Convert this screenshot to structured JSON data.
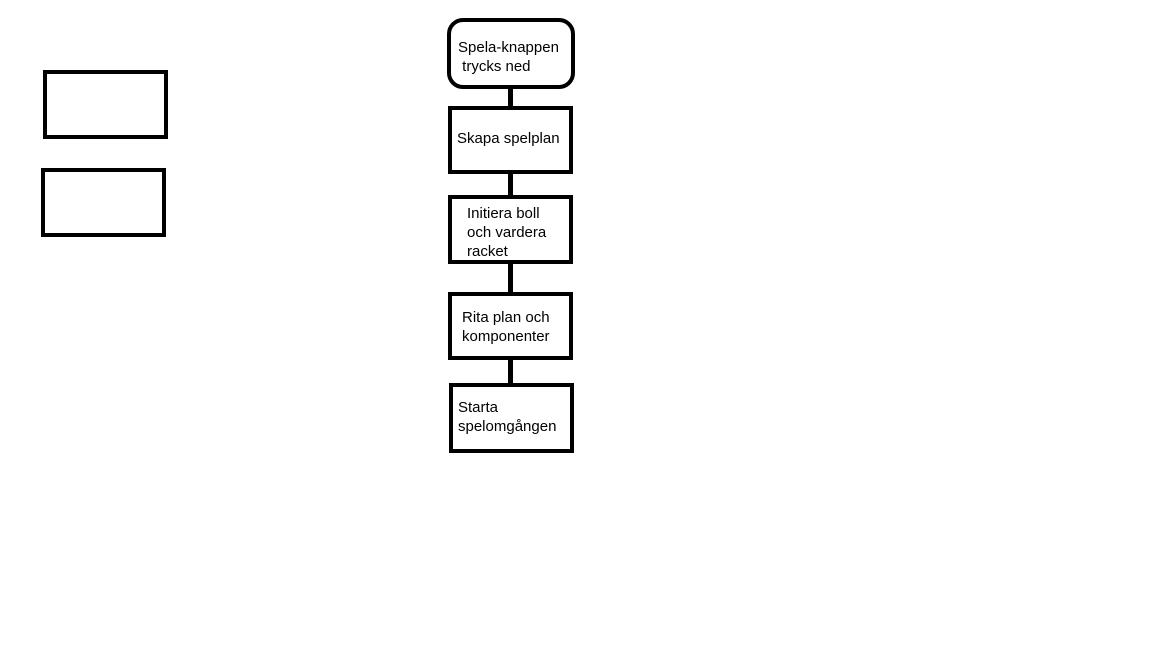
{
  "flowchart": {
    "nodes": [
      {
        "id": "start",
        "shape": "rounded-rect",
        "text": "Spela-knappen\n trycks ned"
      },
      {
        "id": "create",
        "shape": "rect",
        "text": "Skapa spelplan"
      },
      {
        "id": "init",
        "shape": "rect",
        "text": "Initiera boll\noch vardera\nracket"
      },
      {
        "id": "draw",
        "shape": "rect",
        "text": "Rita plan och\nkomponenter"
      },
      {
        "id": "run",
        "shape": "rect",
        "text": "Starta\nspelomgången"
      }
    ],
    "edges": [
      {
        "from": "start",
        "to": "create"
      },
      {
        "from": "create",
        "to": "init"
      },
      {
        "from": "init",
        "to": "draw"
      },
      {
        "from": "draw",
        "to": "run"
      }
    ],
    "empty_boxes": [
      {
        "id": "empty-1",
        "text": ""
      },
      {
        "id": "empty-2",
        "text": ""
      }
    ]
  },
  "colors": {
    "stroke": "#000000",
    "fill": "#ffffff",
    "background": "#ffffff"
  }
}
